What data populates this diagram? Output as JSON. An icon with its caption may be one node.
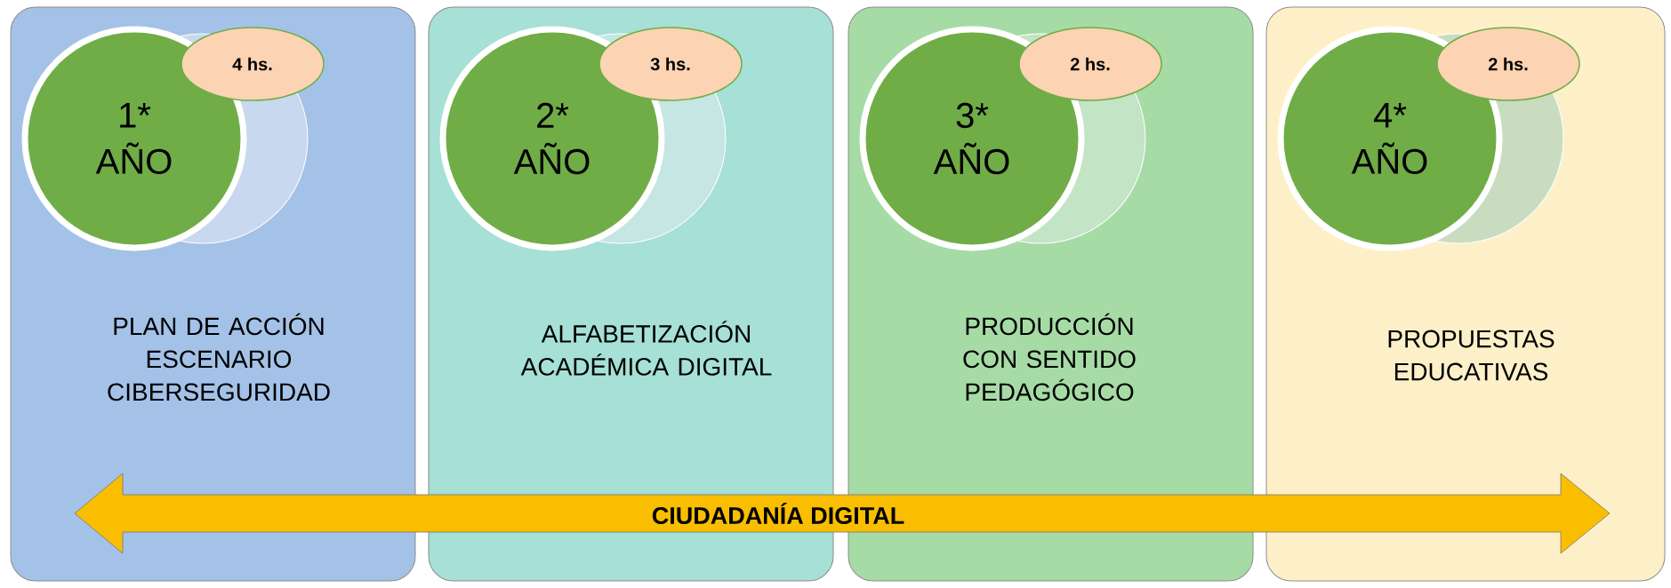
{
  "diagram": {
    "nodes": [
      {
        "text": [
          "PLAN DE ACCIÓN ESCENARIO CIBERSEGURIDAD"
        ]
      },
      {
        "text": [
          "1* AÑO"
        ],
        "in": 0
      },
      {
        "text": [
          "4 hs."
        ],
        "in": 0
      },
      {
        "text": [
          "ALFABETIZACIÓN ACADÉMICA DIGITAL"
        ]
      },
      {
        "text": [
          "2* AÑO"
        ],
        "in": 3
      },
      {
        "text": [
          "3 hs."
        ],
        "in": 3
      },
      {
        "text": [
          "PRODUCCIÓN CON SENTIDO PEDAGÓGICO"
        ]
      },
      {
        "text": [
          "3* AÑO"
        ],
        "in": 6
      },
      {
        "text": [
          "2 hs."
        ],
        "in": 6
      },
      {
        "text": [
          "PROPUESTAS EDUCATIVAS"
        ]
      },
      {
        "text": [
          "4* AÑO"
        ],
        "in": 9
      },
      {
        "text": [
          "2 hs."
        ],
        "in": 9
      },
      {
        "text": [
          "CIUDADANÍA DIGITAL"
        ]
      }
    ]
  }
}
